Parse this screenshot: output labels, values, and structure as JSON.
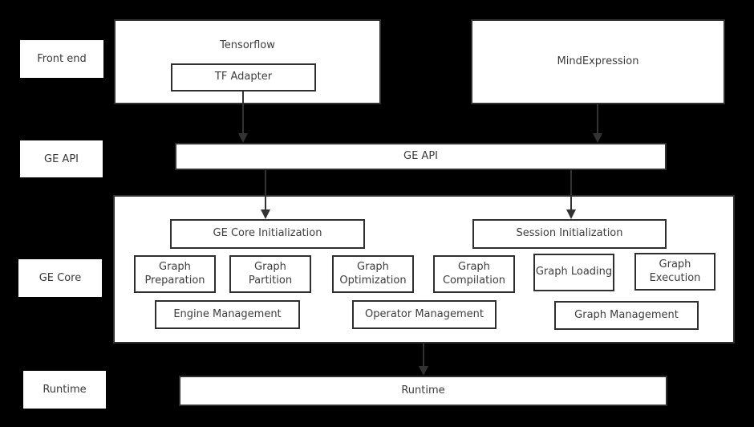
{
  "diagram": {
    "colors": {
      "background": "#000000",
      "box_fill": "#ffffff",
      "box_border": "#2f2f2f",
      "text": "#3d3d3d",
      "arrow": "#333333"
    },
    "row_labels": {
      "front_end": "Front end",
      "ge_api": "GE API",
      "ge_core": "GE Core",
      "runtime": "Runtime"
    },
    "front_end": {
      "tensorflow": "Tensorflow",
      "tf_adapter": "TF Adapter",
      "mindexpression": "MindExpression"
    },
    "ge_api_bar": {
      "label": "GE API"
    },
    "ge_core": {
      "init": "GE Core Initialization",
      "session_init": "Session Initialization",
      "modules": [
        "Graph Preparation",
        "Graph Partition",
        "Graph Optimization",
        "Graph Compilation",
        "Graph Loading",
        "Graph Execution"
      ],
      "managers": [
        "Engine Management",
        "Operator Management",
        "Graph Management"
      ]
    },
    "runtime_bar": {
      "label": "Runtime"
    },
    "edges": [
      {
        "from": "tf-adapter",
        "to": "ge-api-bar"
      },
      {
        "from": "mindexpression",
        "to": "ge-api-bar"
      },
      {
        "from": "ge-api-bar",
        "to": "ge-core-initialization"
      },
      {
        "from": "ge-api-bar",
        "to": "session-initialization"
      },
      {
        "from": "ge-core-container",
        "to": "runtime-bar"
      }
    ]
  }
}
